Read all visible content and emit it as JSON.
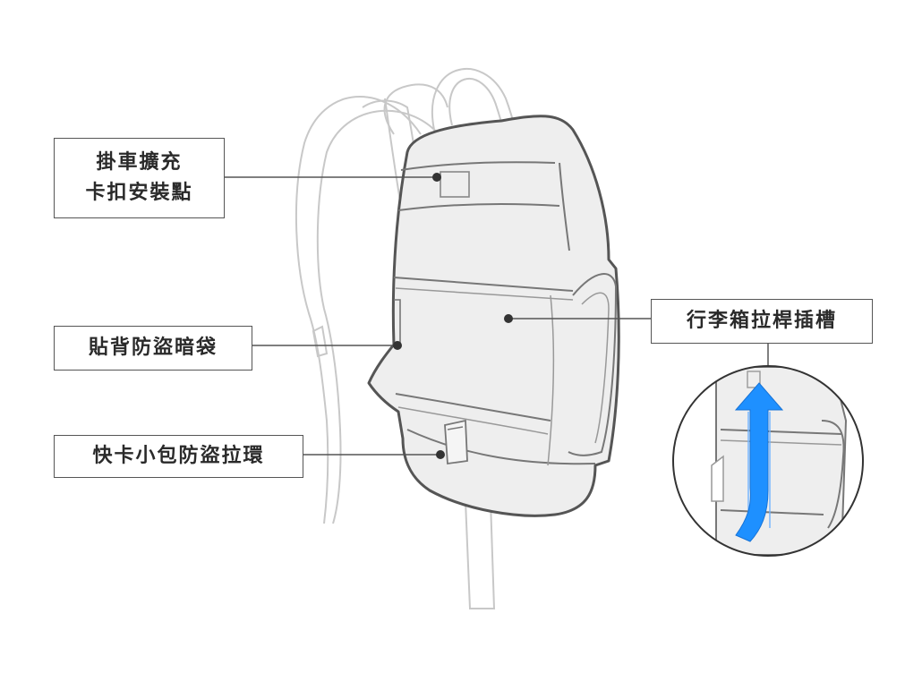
{
  "labels": {
    "hook_expand": {
      "line1": "掛車擴充",
      "line2": "卡扣安裝點"
    },
    "back_pocket": "貼背防盜暗袋",
    "quick_loop": "快卡小包防盜拉環",
    "trolley_sleeve": "行李箱拉桿插槽"
  },
  "colors": {
    "outline": "#555555",
    "bag_fill": "#eeeeee",
    "strap": "#c8c8c8",
    "arrow": "#1e90ff"
  },
  "icons": [
    "up-arrow-icon"
  ]
}
